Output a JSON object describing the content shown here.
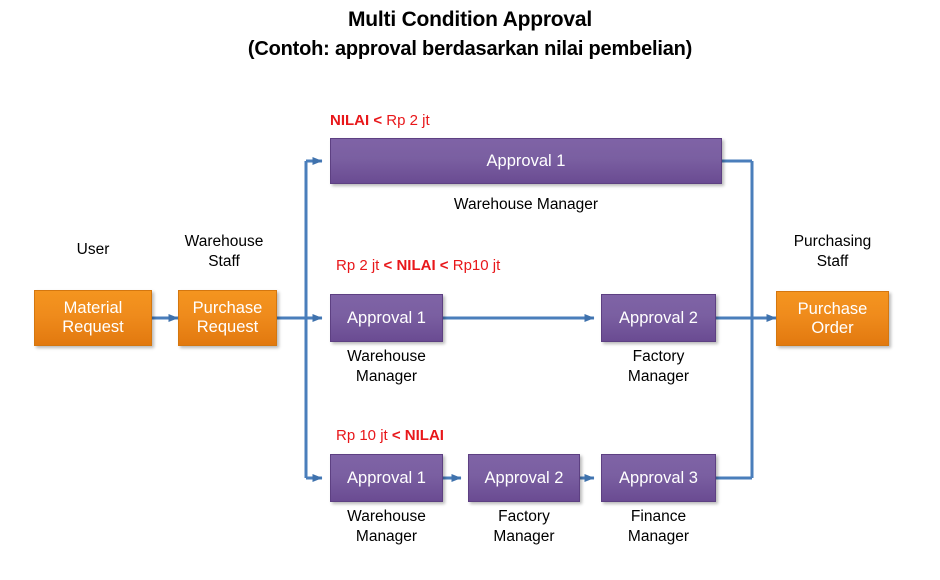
{
  "title": {
    "line1": "Multi Condition Approval",
    "line2": "(Contoh: approval berdasarkan nilai pembelian)"
  },
  "colors": {
    "purple_box": "#7a5fa1",
    "orange_box": "#ef8b1c",
    "connector": "#4a7ebb",
    "condition_text": "#e8171a",
    "caption_text": "#000000"
  },
  "start_nodes": [
    {
      "id": "material-request",
      "label_line1": "Material",
      "label_line2": "Request",
      "role_line1": "User",
      "role_line2": "",
      "color": "orange"
    },
    {
      "id": "purchase-request",
      "label_line1": "Purchase",
      "label_line2": "Request",
      "role_line1": "Warehouse",
      "role_line2": "Staff",
      "color": "orange"
    }
  ],
  "end_node": {
    "id": "purchase-order",
    "label_line1": "Purchase",
    "label_line2": "Order",
    "role_line1": "Purchasing",
    "role_line2": "Staff",
    "color": "orange"
  },
  "branches": [
    {
      "id": "branch-low",
      "condition": {
        "prefix": "",
        "emphasis": "NILAI <",
        "suffix": " Rp 2 jt"
      },
      "steps": [
        {
          "label": "Approval  1",
          "role_line1": "Warehouse Manager",
          "role_line2": ""
        }
      ]
    },
    {
      "id": "branch-mid",
      "condition": {
        "prefix": "Rp 2 jt ",
        "emphasis": "< NILAI <",
        "suffix": " Rp10 jt"
      },
      "steps": [
        {
          "label": "Approval 1",
          "role_line1": "Warehouse",
          "role_line2": "Manager"
        },
        {
          "label": "Approval 2",
          "role_line1": "Factory",
          "role_line2": "Manager"
        }
      ]
    },
    {
      "id": "branch-high",
      "condition": {
        "prefix": "Rp 10 jt ",
        "emphasis": "< NILAI",
        "suffix": ""
      },
      "steps": [
        {
          "label": "Approval 1",
          "role_line1": "Warehouse",
          "role_line2": "Manager"
        },
        {
          "label": "Approval 2",
          "role_line1": "Factory",
          "role_line2": "Manager"
        },
        {
          "label": "Approval 3",
          "role_line1": "Finance",
          "role_line2": "Manager"
        }
      ]
    }
  ]
}
